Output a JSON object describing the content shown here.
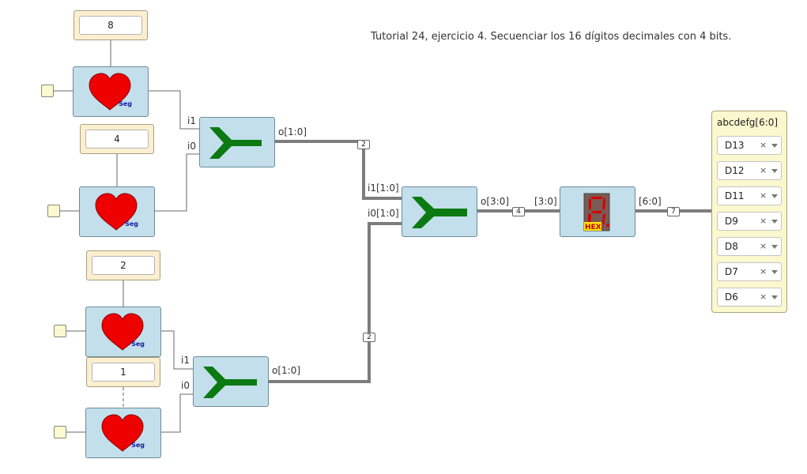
{
  "title": "Tutorial 24, ejercicio 4. Secuenciar los 16 dígitos decimales con 4 bits.",
  "constants": [
    "8",
    "4",
    "2",
    "1"
  ],
  "segment_blocks": {
    "label": "Seg"
  },
  "buses": {
    "top_mux": {
      "in1": "i1",
      "in0": "i0",
      "out": "o[1:0]"
    },
    "bottom_mux": {
      "in1": "i1",
      "in0": "i0",
      "out": "o[1:0]"
    },
    "main_mux": {
      "in1": "i1[1:0]",
      "in0": "i0[1:0]",
      "out": "o[3:0]"
    },
    "display": {
      "in": "[3:0]",
      "out": "[6:0]",
      "badge_text": "HEX"
    },
    "widths": {
      "top": "2",
      "bottom": "2",
      "main": "4",
      "display": "7"
    }
  },
  "output_panel": {
    "title": "abcdefg[6:0]",
    "items": [
      "D13",
      "D12",
      "D11",
      "D9",
      "D8",
      "D7",
      "D6"
    ],
    "clear_glyph": "×"
  },
  "colors": {
    "block_bg": "#c3dfeb",
    "const_bg": "#fbefcf",
    "panel_bg": "#fbf7cf",
    "wire": "#777777",
    "mux_green": "#0b7a12",
    "heart_red": "#ee0000"
  }
}
